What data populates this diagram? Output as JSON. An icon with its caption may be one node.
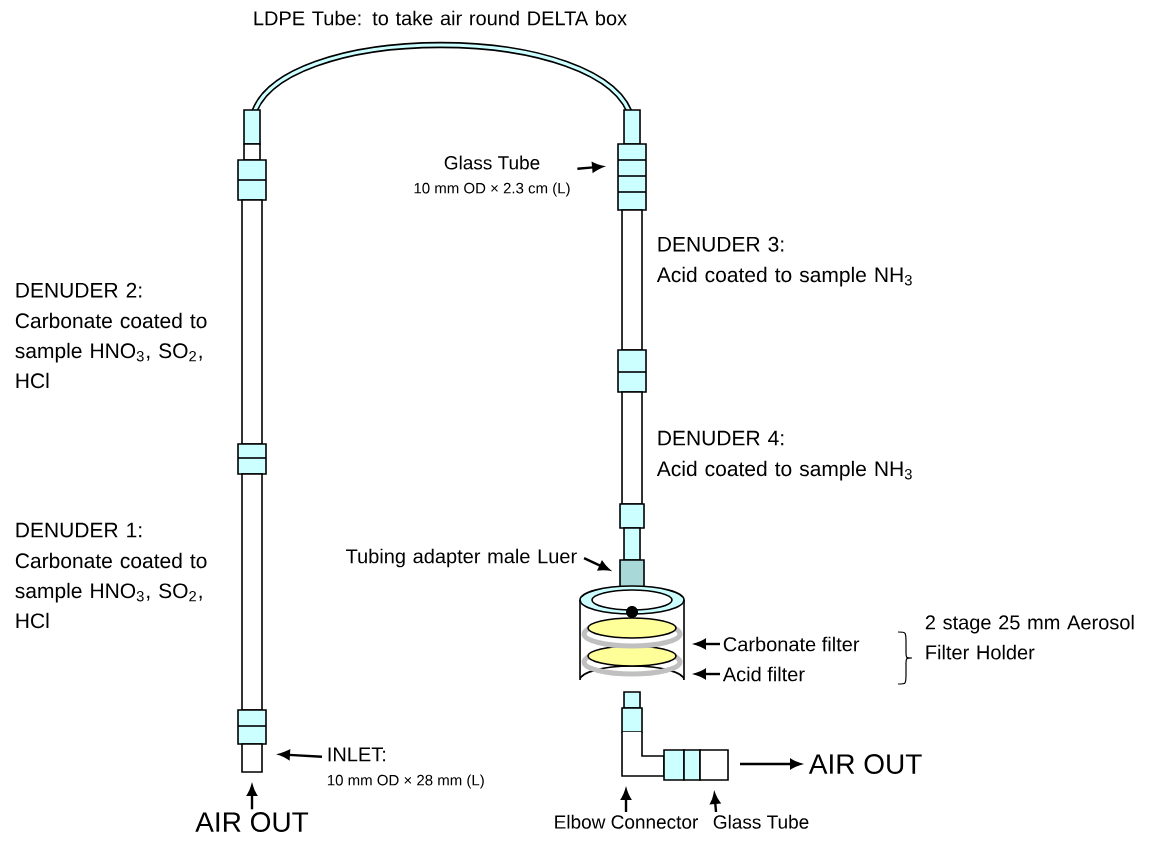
{
  "diagram": {
    "nodes": [
      {
        "text": [
          "Glass Tube",
          "10 mm OD × 2.3 cm (L)"
        ]
      },
      {
        "text": [
          "Tubing adapter male Luer"
        ]
      },
      {
        "text": [
          "Carbonate filter"
        ]
      },
      {
        "text": [
          "Acid filter"
        ]
      },
      {
        "text": [
          "INLET:",
          "10 mm OD × 28 mm (L)"
        ]
      },
      {
        "text": [
          "AIR OUT"
        ]
      },
      {
        "text": [
          "Elbow Connector"
        ]
      },
      {
        "text": [
          "Glass Tube"
        ]
      },
      {
        "text": [
          "AIR OUT"
        ]
      }
    ],
    "edges": [
      {
        "from": 0,
        "to": null,
        "arrow": "to"
      },
      {
        "from": 1,
        "to": null,
        "arrow": "to"
      },
      {
        "from": 2,
        "to": null,
        "arrow": "to"
      },
      {
        "from": 3,
        "to": null,
        "arrow": "to"
      },
      {
        "from": 4,
        "to": null,
        "arrow": "to"
      },
      {
        "from": 5,
        "to": null,
        "arrow": "to"
      },
      {
        "from": 6,
        "to": null,
        "arrow": "to"
      },
      {
        "from": 7,
        "to": null,
        "arrow": "to"
      },
      {
        "from": null,
        "to": 8,
        "arrow": "to"
      }
    ],
    "labels": [
      "LDPE Tube: to take air round DELTA box",
      "DENUDER 2:",
      "Carbonate coated to sample HNO$_{3}$, SO$_{2}$, HCl",
      "DENUDER 3:",
      "Acid coated to sample NH$_{3}$",
      "DENUDER 4:",
      "Acid coated to sample NH$_{3}$",
      "DENUDER 1:",
      "Carbonate coated to sample HNO$_{3}$, SO$_{2}$, HCl",
      "2 stage 25 mm Aerosol Filter Holder"
    ]
  }
}
